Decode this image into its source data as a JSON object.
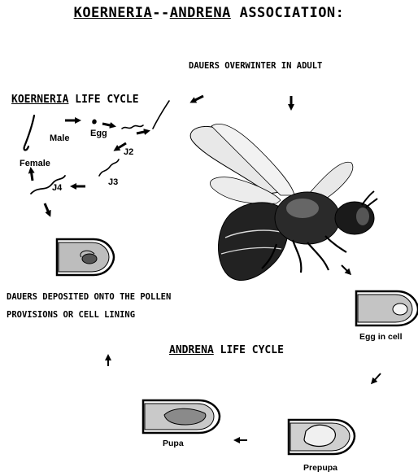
{
  "title": {
    "part1": "KOERNERIA",
    "sep": "--",
    "part2": "ANDRENA",
    "rest": " ASSOCIATION:"
  },
  "top_note": "DAUERS OVERWINTER IN ADULT",
  "koerneria_heading": {
    "name": "KOERNERIA",
    "rest": " LIFE CYCLE"
  },
  "koerneria_stages": {
    "male": "Male",
    "egg": "Egg",
    "j2": "J2",
    "j3": "J3",
    "j4": "J4",
    "female": "Female"
  },
  "deposit_note": {
    "line1": "DAUERS DEPOSITED ONTO THE POLLEN",
    "line2": "PROVISIONS OR CELL LINING"
  },
  "andrena_heading": {
    "name": "ANDRENA",
    "rest": " LIFE CYCLE"
  },
  "andrena_stages": {
    "egg_in_cell": "Egg in cell",
    "prepupa": "Prepupa",
    "pupa": "Pupa"
  },
  "colors": {
    "ink": "#000000",
    "background": "#ffffff",
    "wing": "#e6e6e6"
  }
}
